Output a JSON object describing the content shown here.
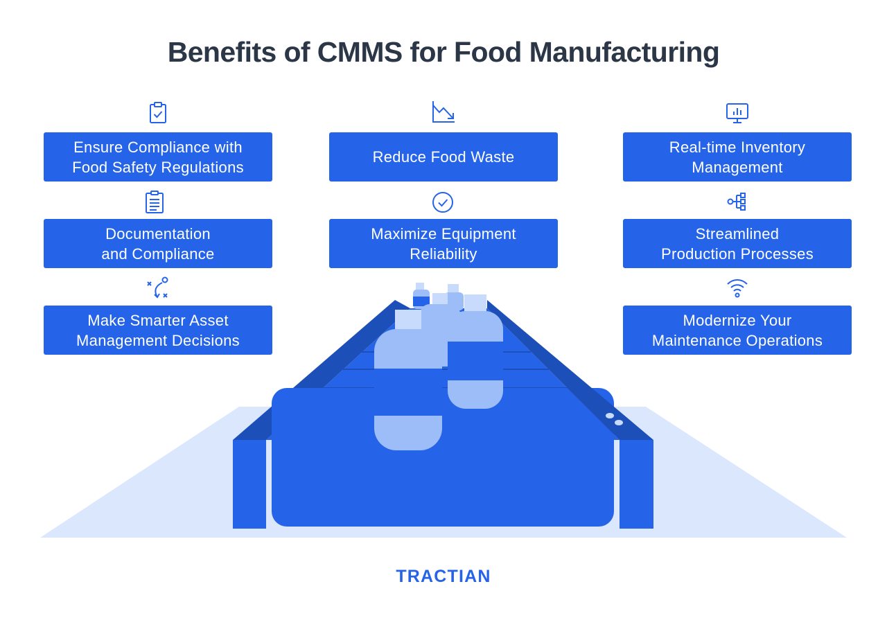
{
  "title": "Benefits of CMMS for Food Manufacturing",
  "colors": {
    "primary": "#2563e8",
    "dark_blue": "#1d4fb8",
    "light_blue": "#9dbdf8",
    "floor": "#dbe7fd",
    "title": "#2b3647"
  },
  "benefits": [
    {
      "label": "Ensure Compliance with\nFood Safety Regulations",
      "icon": "clipboard-check-icon"
    },
    {
      "label": "Reduce Food Waste",
      "icon": "trending-down-icon"
    },
    {
      "label": "Real-time Inventory\nManagement",
      "icon": "monitor-chart-icon"
    },
    {
      "label": "Documentation\nand Compliance",
      "icon": "document-list-icon"
    },
    {
      "label": "Maximize Equipment\nReliability",
      "icon": "check-circle-icon"
    },
    {
      "label": "Streamlined\nProduction Processes",
      "icon": "hierarchy-icon"
    },
    {
      "label": "Make Smarter Asset\nManagement Decisions",
      "icon": "strategy-icon"
    },
    {
      "label": "Modernize Your\nMaintenance Operations",
      "icon": "wifi-icon"
    }
  ],
  "logo": "TRACTIAN"
}
